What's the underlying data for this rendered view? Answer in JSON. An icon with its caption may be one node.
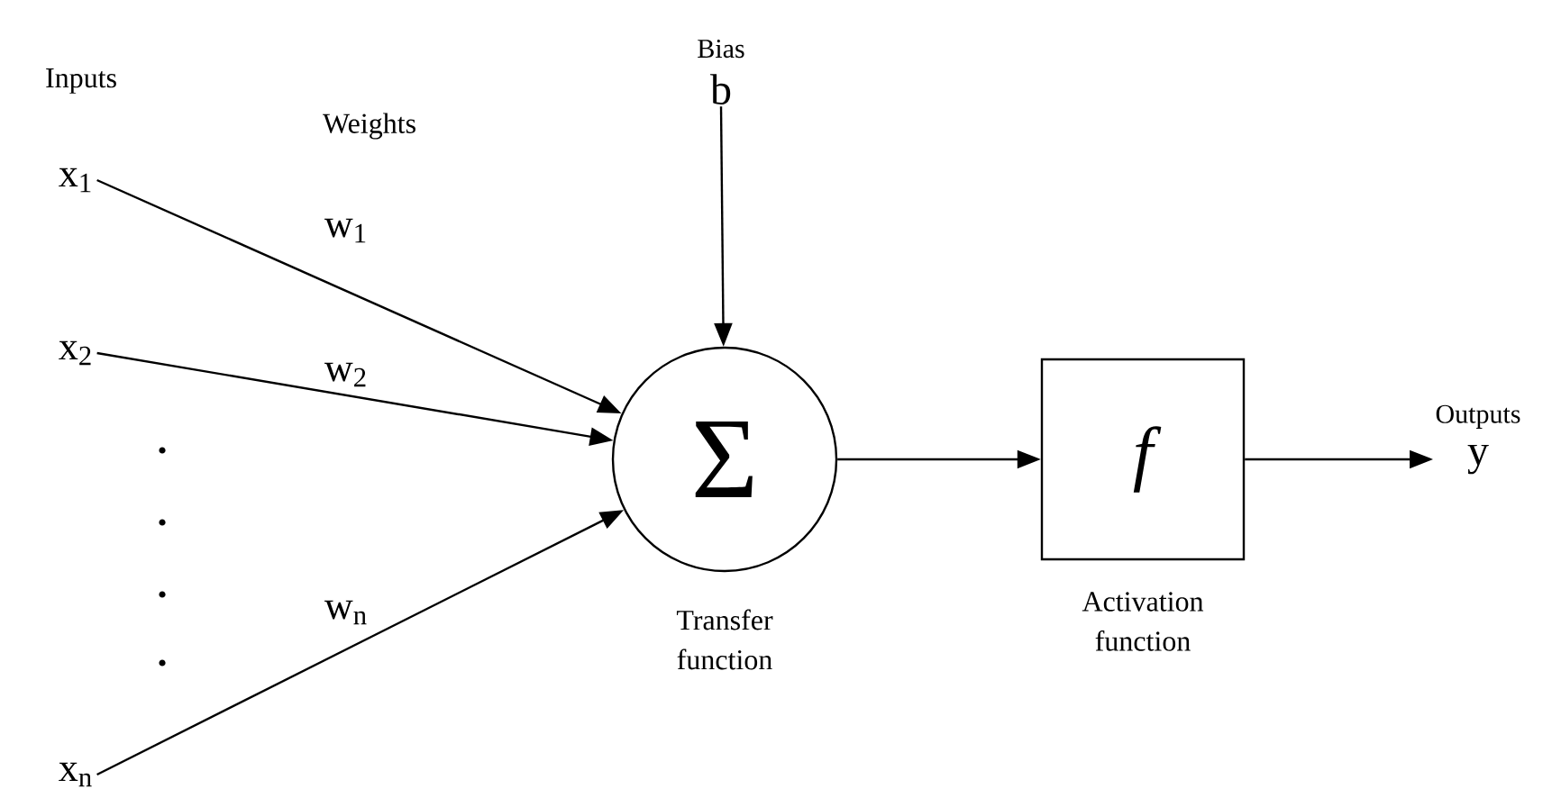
{
  "diagram": {
    "nodes": [
      {
        "text": [
          "x$_{1}$"
        ]
      },
      {
        "text": [
          "x$_{2}$"
        ]
      },
      {
        "text": [
          "x$_{n}$"
        ]
      },
      {
        "text": [
          "Bias",
          "b"
        ]
      },
      {
        "text": [
          "Σ"
        ],
        "beside": [
          "Transfer function"
        ]
      },
      {
        "text": [
          "f"
        ],
        "beside": [
          "Activation function"
        ]
      },
      {
        "text": [
          "Outputs",
          "y"
        ]
      }
    ],
    "edges": [
      {
        "from": 0,
        "to": 4,
        "arrow": "to",
        "label": "w$_{1}$"
      },
      {
        "from": 1,
        "to": 4,
        "arrow": "to",
        "label": "w$_{2}$"
      },
      {
        "from": 2,
        "to": 4,
        "arrow": "to",
        "label": "w$_{n}$"
      },
      {
        "from": 3,
        "to": 4,
        "arrow": "to"
      },
      {
        "from": 4,
        "to": 5,
        "arrow": "to"
      },
      {
        "from": 5,
        "to": 6,
        "arrow": "to"
      }
    ],
    "labels": [
      "Inputs",
      "Weights"
    ]
  }
}
